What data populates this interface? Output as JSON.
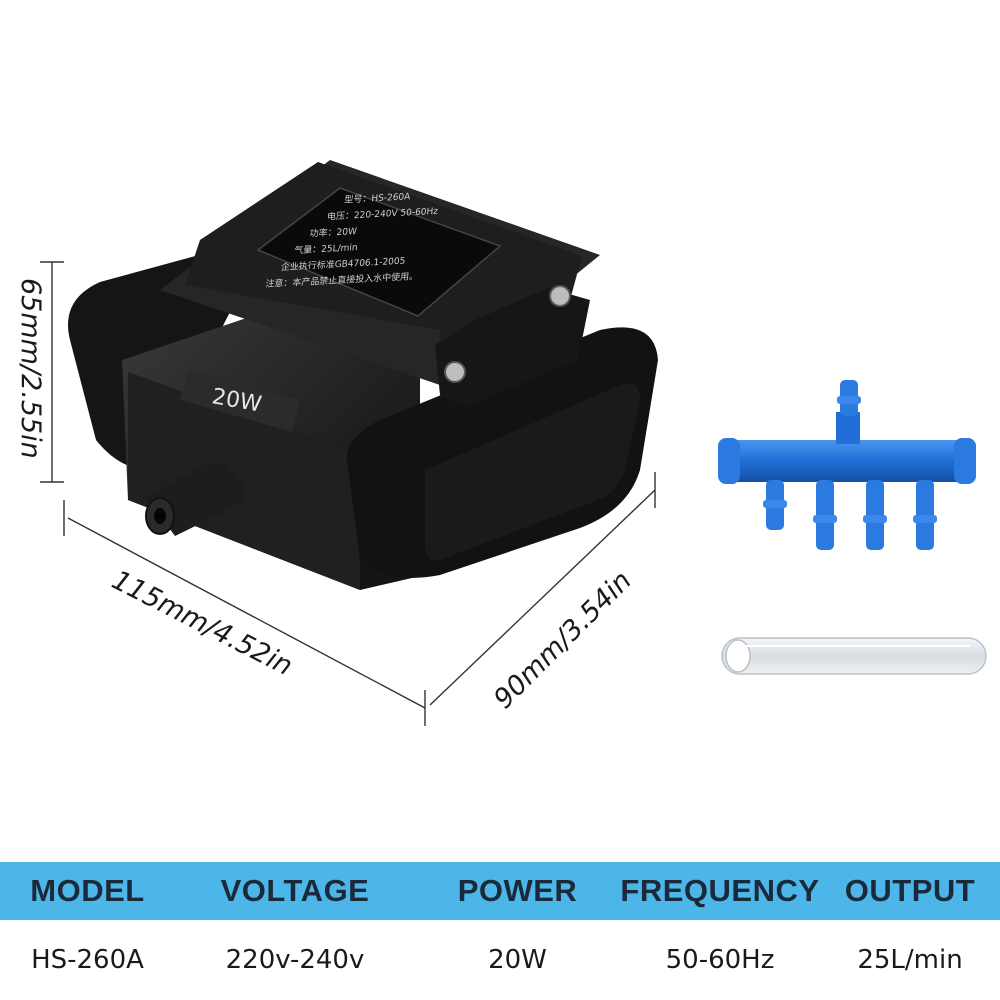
{
  "product": {
    "nameplate_lines": [
      "型号：HS-260A",
      "电压：220-240V   50-60Hz",
      "功率：20W",
      "气量：25L/min",
      "企业执行标准GB4706.1-2005",
      "注意：本产品禁止直接投入水中使用。"
    ],
    "power_badge": "20W"
  },
  "dimensions": {
    "height": "65mm/2.55in",
    "length": "115mm/4.52in",
    "width": "90mm/3.54in"
  },
  "specs": {
    "headers": [
      "MODEL",
      "VOLTAGE",
      "POWER",
      "FREQUENCY",
      "OUTPUT"
    ],
    "values": [
      "HS-260A",
      "220v-240v",
      "20W",
      "50-60Hz",
      "25L/min"
    ]
  },
  "accessories": [
    "blue-manifold-icon",
    "clear-tube-icon"
  ],
  "colors": {
    "header_bg": "#4db6e8",
    "pump_body": "#1c1c1c",
    "manifold": "#1f6fd6"
  }
}
